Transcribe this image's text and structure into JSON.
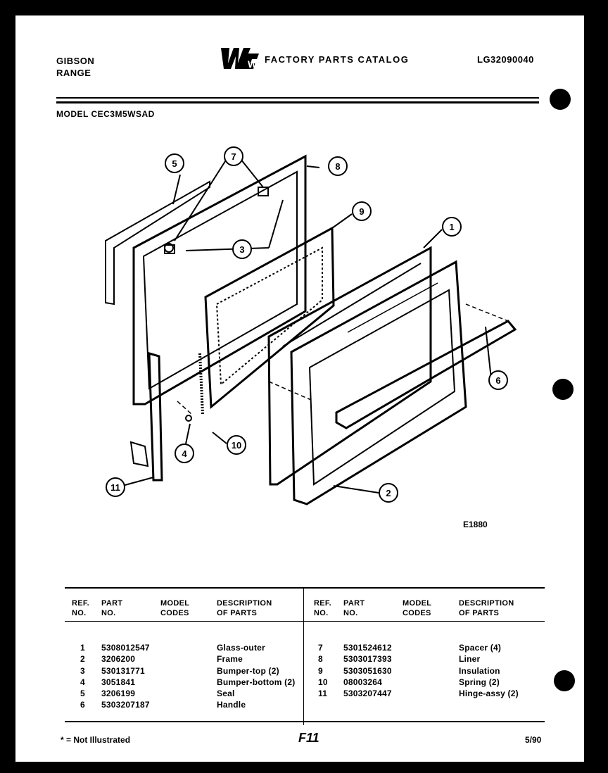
{
  "header": {
    "brand": [
      "GIBSON",
      "RANGE"
    ],
    "logo_text": "WCI",
    "catalog_title": "FACTORY PARTS CATALOG",
    "doc_number": "LG32090040",
    "model": "MODEL CEC3M5WSAD"
  },
  "diagram": {
    "drawing_number": "E1880",
    "callouts": [
      "1",
      "2",
      "3",
      "4",
      "5",
      "6",
      "7",
      "8",
      "9",
      "10",
      "11"
    ]
  },
  "table": {
    "headers": {
      "ref": [
        "REF.",
        "NO."
      ],
      "part": [
        "PART",
        "NO."
      ],
      "model": [
        "MODEL",
        "CODES"
      ],
      "desc": [
        "DESCRIPTION",
        "OF PARTS"
      ]
    },
    "left_rows": [
      {
        "ref": "1",
        "part": "5308012547",
        "desc": "Glass-outer"
      },
      {
        "ref": "2",
        "part": "3206200",
        "desc": "Frame"
      },
      {
        "ref": "3",
        "part": "530131771",
        "desc": "Bumper-top (2)"
      },
      {
        "ref": "4",
        "part": "3051841",
        "desc": "Bumper-bottom (2)"
      },
      {
        "ref": "5",
        "part": "3206199",
        "desc": "Seal"
      },
      {
        "ref": "6",
        "part": "5303207187",
        "desc": "Handle"
      }
    ],
    "right_rows": [
      {
        "ref": "7",
        "part": "5301524612",
        "desc": "Spacer (4)"
      },
      {
        "ref": "8",
        "part": "5303017393",
        "desc": "Liner"
      },
      {
        "ref": "9",
        "part": "5303051630",
        "desc": "Insulation"
      },
      {
        "ref": "10",
        "part": "08003264",
        "desc": "Spring (2)"
      },
      {
        "ref": "11",
        "part": "5303207447",
        "desc": "Hinge-assy (2)"
      }
    ]
  },
  "footer": {
    "note": "* = Not Illustrated",
    "page_id": "F11",
    "date": "5/90"
  }
}
